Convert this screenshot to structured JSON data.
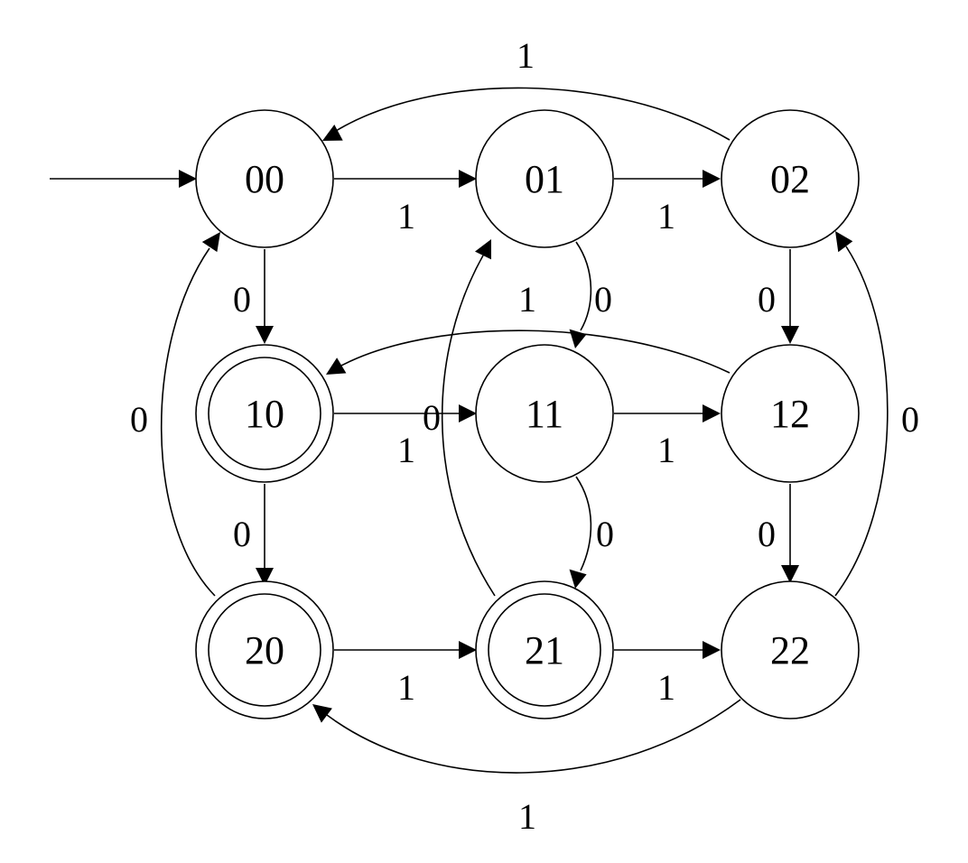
{
  "states": [
    {
      "id": "00",
      "label": "00",
      "accepting": false
    },
    {
      "id": "01",
      "label": "01",
      "accepting": false
    },
    {
      "id": "02",
      "label": "02",
      "accepting": false
    },
    {
      "id": "10",
      "label": "10",
      "accepting": true
    },
    {
      "id": "11",
      "label": "11",
      "accepting": false
    },
    {
      "id": "12",
      "label": "12",
      "accepting": false
    },
    {
      "id": "20",
      "label": "20",
      "accepting": true
    },
    {
      "id": "21",
      "label": "21",
      "accepting": true
    },
    {
      "id": "22",
      "label": "22",
      "accepting": false
    }
  ],
  "start_state": "00",
  "transitions": [
    {
      "id": "e00-01",
      "from": "00",
      "to": "01",
      "label": "1"
    },
    {
      "id": "e01-02",
      "from": "01",
      "to": "02",
      "label": "1"
    },
    {
      "id": "e02-00",
      "from": "02",
      "to": "00",
      "label": "1"
    },
    {
      "id": "e00-10",
      "from": "00",
      "to": "10",
      "label": "0"
    },
    {
      "id": "e20-00",
      "from": "20",
      "to": "00",
      "label": "0"
    },
    {
      "id": "e01-11",
      "from": "01",
      "to": "11",
      "label": "0"
    },
    {
      "id": "e21-01",
      "from": "21",
      "to": "01",
      "label": "1"
    },
    {
      "id": "e02-12",
      "from": "02",
      "to": "12",
      "label": "0"
    },
    {
      "id": "e22-02",
      "from": "22",
      "to": "02",
      "label": "0"
    },
    {
      "id": "e12-10",
      "from": "12",
      "to": "10",
      "label": "0"
    },
    {
      "id": "e10-11",
      "from": "10",
      "to": "11",
      "label": "1"
    },
    {
      "id": "e11-12",
      "from": "11",
      "to": "12",
      "label": "1"
    },
    {
      "id": "e10-20",
      "from": "10",
      "to": "20",
      "label": "0"
    },
    {
      "id": "e11-21",
      "from": "11",
      "to": "21",
      "label": "0"
    },
    {
      "id": "e12-22",
      "from": "12",
      "to": "22",
      "label": "0"
    },
    {
      "id": "e20-21",
      "from": "20",
      "to": "21",
      "label": "1"
    },
    {
      "id": "e21-22",
      "from": "21",
      "to": "22",
      "label": "1"
    },
    {
      "id": "e22-20",
      "from": "22",
      "to": "20",
      "label": "1"
    }
  ]
}
